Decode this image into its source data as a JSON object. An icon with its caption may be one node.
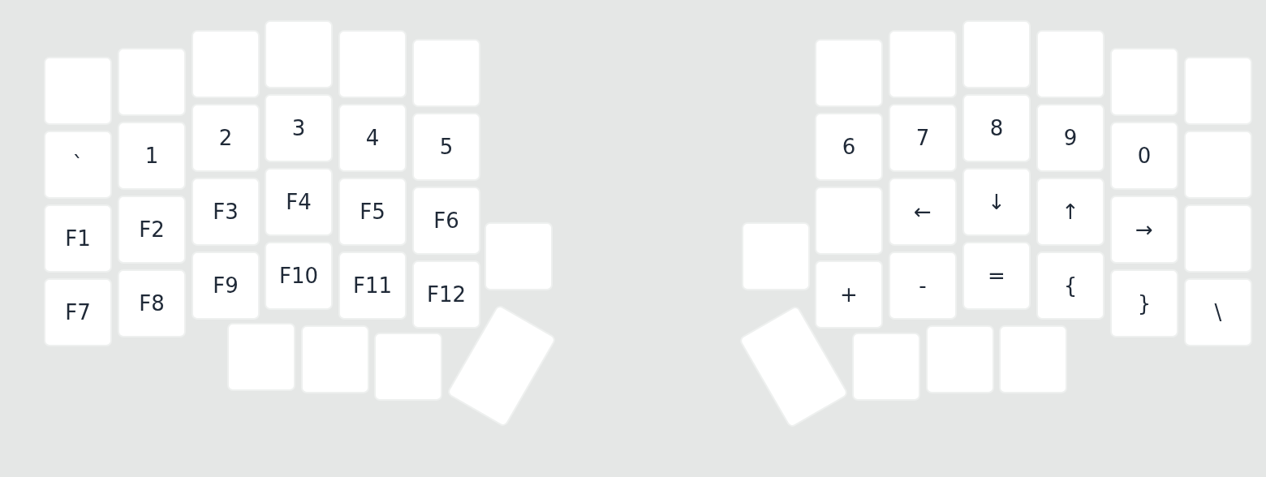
{
  "diagram": {
    "nodes": [
      {
        "text": [],
        "shape": "box"
      },
      {
        "text": [],
        "shape": "box"
      },
      {
        "text": [],
        "shape": "box"
      },
      {
        "text": [],
        "shape": "box"
      },
      {
        "text": [],
        "shape": "box"
      },
      {
        "text": [],
        "shape": "box"
      },
      {
        "text": [
          "`"
        ]
      },
      {
        "text": [
          "1"
        ]
      },
      {
        "text": [
          "2"
        ]
      },
      {
        "text": [
          "3"
        ]
      },
      {
        "text": [
          "4"
        ]
      },
      {
        "text": [
          "5"
        ]
      },
      {
        "text": [
          "F1"
        ]
      },
      {
        "text": [
          "F2"
        ]
      },
      {
        "text": [
          "F3"
        ]
      },
      {
        "text": [
          "F4"
        ]
      },
      {
        "text": [
          "F5"
        ]
      },
      {
        "text": [
          "F6"
        ]
      },
      {
        "text": [
          "F7"
        ]
      },
      {
        "text": [
          "F8"
        ]
      },
      {
        "text": [
          "F9"
        ]
      },
      {
        "text": [
          "F10"
        ]
      },
      {
        "text": [
          "F11"
        ]
      },
      {
        "text": [
          "F12"
        ]
      },
      {
        "text": [],
        "shape": "box"
      },
      {
        "text": [],
        "shape": "box"
      },
      {
        "text": [],
        "shape": "box"
      },
      {
        "text": [],
        "shape": "box"
      },
      {
        "text": [],
        "shape": "box"
      },
      {
        "text": [],
        "shape": "box"
      },
      {
        "text": [],
        "shape": "box"
      },
      {
        "text": [],
        "shape": "box"
      },
      {
        "text": [],
        "shape": "box"
      },
      {
        "text": [],
        "shape": "box"
      },
      {
        "text": [],
        "shape": "box"
      },
      {
        "text": [
          "6"
        ]
      },
      {
        "text": [
          "7"
        ]
      },
      {
        "text": [
          "8"
        ]
      },
      {
        "text": [
          "9"
        ]
      },
      {
        "text": [
          "0"
        ]
      },
      {
        "text": [],
        "shape": "box"
      },
      {
        "text": [],
        "shape": "box"
      },
      {
        "text": [
          "←"
        ]
      },
      {
        "text": [
          "↓"
        ]
      },
      {
        "text": [
          "↑"
        ]
      },
      {
        "text": [
          "→"
        ]
      },
      {
        "text": [],
        "shape": "box"
      },
      {
        "text": [
          "+"
        ]
      },
      {
        "text": [
          "-"
        ]
      },
      {
        "text": [
          "="
        ]
      },
      {
        "text": [
          "{"
        ]
      },
      {
        "text": [
          "}"
        ]
      },
      {
        "text": [
          "\\"
        ]
      },
      {
        "text": [],
        "shape": "box"
      },
      {
        "text": [],
        "shape": "box"
      },
      {
        "text": [],
        "shape": "box"
      },
      {
        "text": [],
        "shape": "box"
      },
      {
        "text": [],
        "shape": "box"
      }
    ],
    "edges": []
  }
}
